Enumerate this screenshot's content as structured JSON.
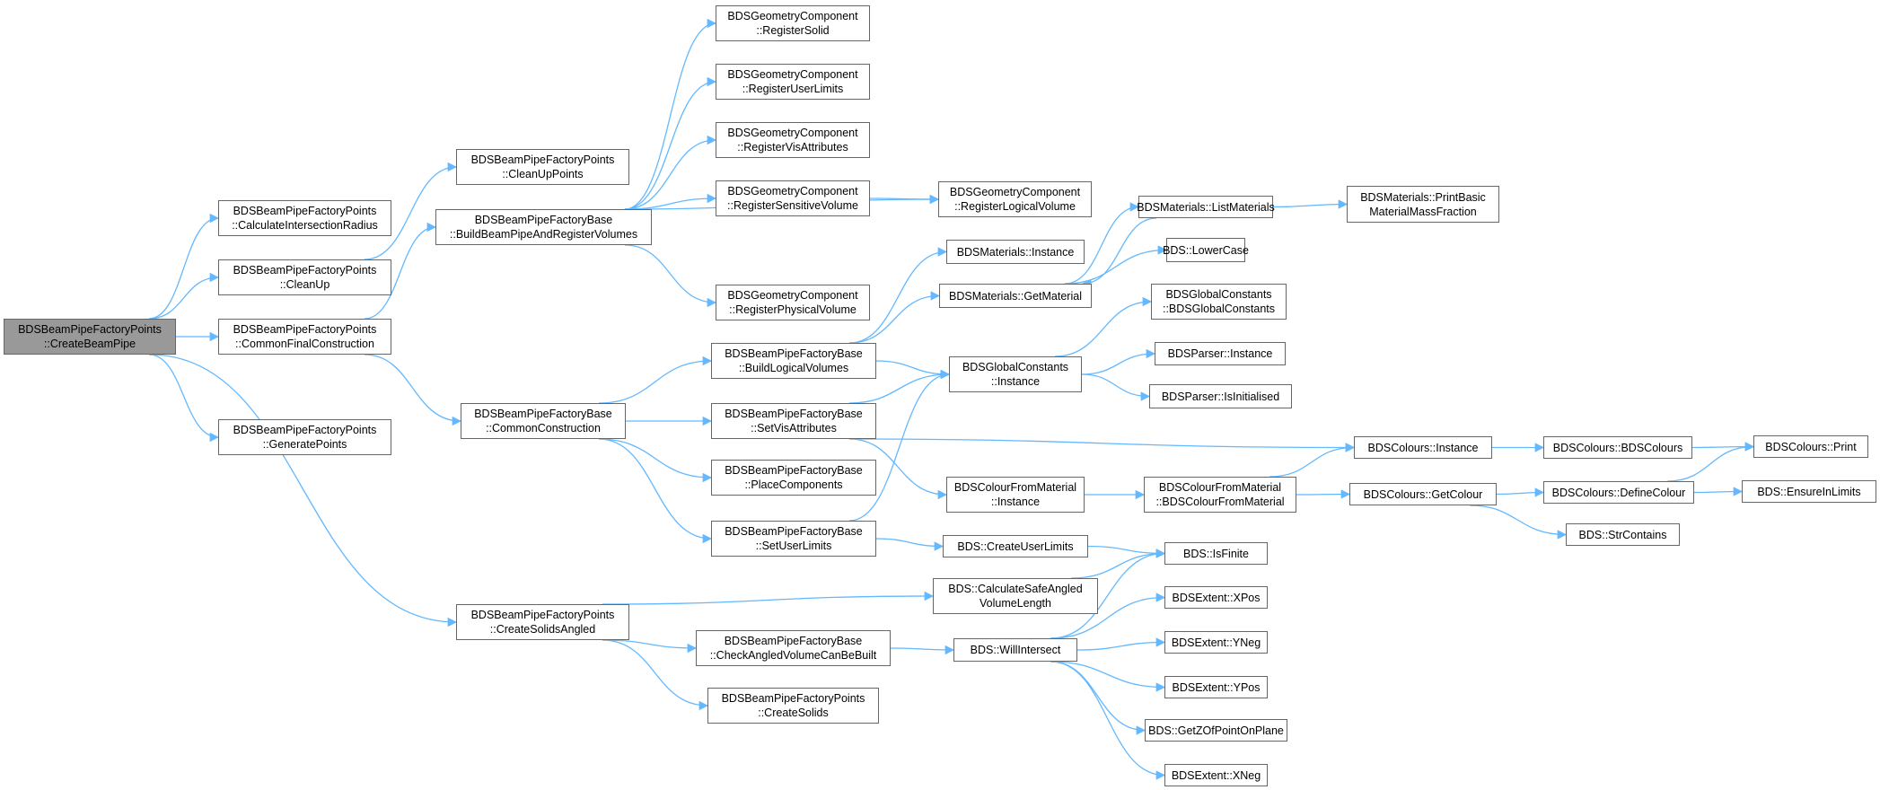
{
  "colors": {
    "edge": "#63b8ff",
    "node_border": "#666666",
    "root_fill": "#999999"
  },
  "nodes": [
    {
      "id": "root",
      "lines": [
        "BDSBeamPipeFactoryPoints",
        "::CreateBeamPipe"
      ],
      "root": true
    },
    {
      "id": "calcIntersect",
      "lines": [
        "BDSBeamPipeFactoryPoints",
        "::CalculateIntersectionRadius"
      ]
    },
    {
      "id": "cleanUp",
      "lines": [
        "BDSBeamPipeFactoryPoints",
        "::CleanUp"
      ]
    },
    {
      "id": "commonFinal",
      "lines": [
        "BDSBeamPipeFactoryPoints",
        "::CommonFinalConstruction"
      ]
    },
    {
      "id": "generatePoints",
      "lines": [
        "BDSBeamPipeFactoryPoints",
        "::GeneratePoints"
      ]
    },
    {
      "id": "cleanUpPoints",
      "lines": [
        "BDSBeamPipeFactoryPoints",
        "::CleanUpPoints"
      ]
    },
    {
      "id": "buildAndRegister",
      "lines": [
        "BDSBeamPipeFactoryBase",
        "::BuildBeamPipeAndRegisterVolumes"
      ]
    },
    {
      "id": "commonConstruction",
      "lines": [
        "BDSBeamPipeFactoryBase",
        "::CommonConstruction"
      ]
    },
    {
      "id": "createSolidsAngled",
      "lines": [
        "BDSBeamPipeFactoryPoints",
        "::CreateSolidsAngled"
      ]
    },
    {
      "id": "registerSolid",
      "lines": [
        "BDSGeometryComponent",
        "::RegisterSolid"
      ]
    },
    {
      "id": "registerUserLimits",
      "lines": [
        "BDSGeometryComponent",
        "::RegisterUserLimits"
      ]
    },
    {
      "id": "registerVisAttributes",
      "lines": [
        "BDSGeometryComponent",
        "::RegisterVisAttributes"
      ]
    },
    {
      "id": "registerSensitiveVolume",
      "lines": [
        "BDSGeometryComponent",
        "::RegisterSensitiveVolume"
      ]
    },
    {
      "id": "registerPhysicalVolume",
      "lines": [
        "BDSGeometryComponent",
        "::RegisterPhysicalVolume"
      ]
    },
    {
      "id": "buildLogicalVolumes",
      "lines": [
        "BDSBeamPipeFactoryBase",
        "::BuildLogicalVolumes"
      ]
    },
    {
      "id": "setVisAttributes",
      "lines": [
        "BDSBeamPipeFactoryBase",
        "::SetVisAttributes"
      ]
    },
    {
      "id": "placeComponents",
      "lines": [
        "BDSBeamPipeFactoryBase",
        "::PlaceComponents"
      ]
    },
    {
      "id": "setUserLimits",
      "lines": [
        "BDSBeamPipeFactoryBase",
        "::SetUserLimits"
      ]
    },
    {
      "id": "checkAngled",
      "lines": [
        "BDSBeamPipeFactoryBase",
        "::CheckAngledVolumeCanBeBuilt"
      ]
    },
    {
      "id": "createSolids",
      "lines": [
        "BDSBeamPipeFactoryPoints",
        "::CreateSolids"
      ]
    },
    {
      "id": "registerLogicalVolume",
      "lines": [
        "BDSGeometryComponent",
        "::RegisterLogicalVolume"
      ]
    },
    {
      "id": "materialsInstance",
      "lines": [
        "BDSMaterials::Instance"
      ]
    },
    {
      "id": "getMaterial",
      "lines": [
        "BDSMaterials::GetMaterial"
      ]
    },
    {
      "id": "globalConstantsInstance",
      "lines": [
        "BDSGlobalConstants",
        "::Instance"
      ]
    },
    {
      "id": "colourFromMaterialInstance",
      "lines": [
        "BDSColourFromMaterial",
        "::Instance"
      ]
    },
    {
      "id": "createUserLimits",
      "lines": [
        "BDS::CreateUserLimits"
      ]
    },
    {
      "id": "calcSafeAngled",
      "lines": [
        "BDS::CalculateSafeAngled",
        "VolumeLength"
      ]
    },
    {
      "id": "willIntersect",
      "lines": [
        "BDS::WillIntersect"
      ]
    },
    {
      "id": "listMaterials",
      "lines": [
        "BDSMaterials::ListMaterials"
      ]
    },
    {
      "id": "lowerCase",
      "lines": [
        "BDS::LowerCase"
      ]
    },
    {
      "id": "globalConstantsCtor",
      "lines": [
        "BDSGlobalConstants",
        "::BDSGlobalConstants"
      ]
    },
    {
      "id": "parserInstance",
      "lines": [
        "BDSParser::Instance"
      ]
    },
    {
      "id": "parserIsInitialised",
      "lines": [
        "BDSParser::IsInitialised"
      ]
    },
    {
      "id": "colourFromMaterialCtor",
      "lines": [
        "BDSColourFromMaterial",
        "::BDSColourFromMaterial"
      ]
    },
    {
      "id": "isFinite",
      "lines": [
        "BDS::IsFinite"
      ]
    },
    {
      "id": "xPos",
      "lines": [
        "BDSExtent::XPos"
      ]
    },
    {
      "id": "yNeg",
      "lines": [
        "BDSExtent::YNeg"
      ]
    },
    {
      "id": "yPos",
      "lines": [
        "BDSExtent::YPos"
      ]
    },
    {
      "id": "getZOfPoint",
      "lines": [
        "BDS::GetZOfPointOnPlane"
      ]
    },
    {
      "id": "xNeg",
      "lines": [
        "BDSExtent::XNeg"
      ]
    },
    {
      "id": "printMassFraction",
      "lines": [
        "BDSMaterials::PrintBasic",
        "MaterialMassFraction"
      ]
    },
    {
      "id": "coloursInstance",
      "lines": [
        "BDSColours::Instance"
      ]
    },
    {
      "id": "getColour",
      "lines": [
        "BDSColours::GetColour"
      ]
    },
    {
      "id": "coloursCtor",
      "lines": [
        "BDSColours::BDSColours"
      ]
    },
    {
      "id": "defineColour",
      "lines": [
        "BDSColours::DefineColour"
      ]
    },
    {
      "id": "strContains",
      "lines": [
        "BDS::StrContains"
      ]
    },
    {
      "id": "print",
      "lines": [
        "BDSColours::Print"
      ]
    },
    {
      "id": "ensureInLimits",
      "lines": [
        "BDS::EnsureInLimits"
      ]
    }
  ],
  "edges": [
    [
      "root",
      "calcIntersect"
    ],
    [
      "root",
      "cleanUp"
    ],
    [
      "root",
      "commonFinal"
    ],
    [
      "root",
      "generatePoints"
    ],
    [
      "root",
      "createSolidsAngled"
    ],
    [
      "cleanUp",
      "cleanUpPoints"
    ],
    [
      "commonFinal",
      "buildAndRegister"
    ],
    [
      "commonFinal",
      "commonConstruction"
    ],
    [
      "buildAndRegister",
      "registerSolid"
    ],
    [
      "buildAndRegister",
      "registerUserLimits"
    ],
    [
      "buildAndRegister",
      "registerVisAttributes"
    ],
    [
      "buildAndRegister",
      "registerSensitiveVolume"
    ],
    [
      "buildAndRegister",
      "registerPhysicalVolume"
    ],
    [
      "buildAndRegister",
      "registerLogicalVolume"
    ],
    [
      "registerSensitiveVolume",
      "registerLogicalVolume"
    ],
    [
      "commonConstruction",
      "buildLogicalVolumes"
    ],
    [
      "commonConstruction",
      "setVisAttributes"
    ],
    [
      "commonConstruction",
      "placeComponents"
    ],
    [
      "commonConstruction",
      "setUserLimits"
    ],
    [
      "buildLogicalVolumes",
      "materialsInstance"
    ],
    [
      "buildLogicalVolumes",
      "getMaterial"
    ],
    [
      "buildLogicalVolumes",
      "globalConstantsInstance"
    ],
    [
      "setVisAttributes",
      "globalConstantsInstance"
    ],
    [
      "setVisAttributes",
      "colourFromMaterialInstance"
    ],
    [
      "setVisAttributes",
      "coloursInstance"
    ],
    [
      "setUserLimits",
      "globalConstantsInstance"
    ],
    [
      "setUserLimits",
      "createUserLimits"
    ],
    [
      "getMaterial",
      "listMaterials"
    ],
    [
      "getMaterial",
      "lowerCase"
    ],
    [
      "listMaterials",
      "getMaterial"
    ],
    [
      "listMaterials",
      "printMassFraction"
    ],
    [
      "globalConstantsInstance",
      "globalConstantsCtor"
    ],
    [
      "globalConstantsInstance",
      "parserInstance"
    ],
    [
      "globalConstantsInstance",
      "parserIsInitialised"
    ],
    [
      "colourFromMaterialInstance",
      "colourFromMaterialCtor"
    ],
    [
      "colourFromMaterialCtor",
      "coloursInstance"
    ],
    [
      "colourFromMaterialCtor",
      "getColour"
    ],
    [
      "coloursInstance",
      "coloursCtor"
    ],
    [
      "coloursCtor",
      "print"
    ],
    [
      "getColour",
      "defineColour"
    ],
    [
      "getColour",
      "strContains"
    ],
    [
      "defineColour",
      "print"
    ],
    [
      "defineColour",
      "ensureInLimits"
    ],
    [
      "createUserLimits",
      "isFinite"
    ],
    [
      "createSolidsAngled",
      "calcSafeAngled"
    ],
    [
      "createSolidsAngled",
      "checkAngled"
    ],
    [
      "createSolidsAngled",
      "createSolids"
    ],
    [
      "calcSafeAngled",
      "isFinite"
    ],
    [
      "checkAngled",
      "willIntersect"
    ],
    [
      "willIntersect",
      "isFinite"
    ],
    [
      "willIntersect",
      "xPos"
    ],
    [
      "willIntersect",
      "yNeg"
    ],
    [
      "willIntersect",
      "yPos"
    ],
    [
      "willIntersect",
      "getZOfPoint"
    ],
    [
      "willIntersect",
      "xNeg"
    ]
  ]
}
